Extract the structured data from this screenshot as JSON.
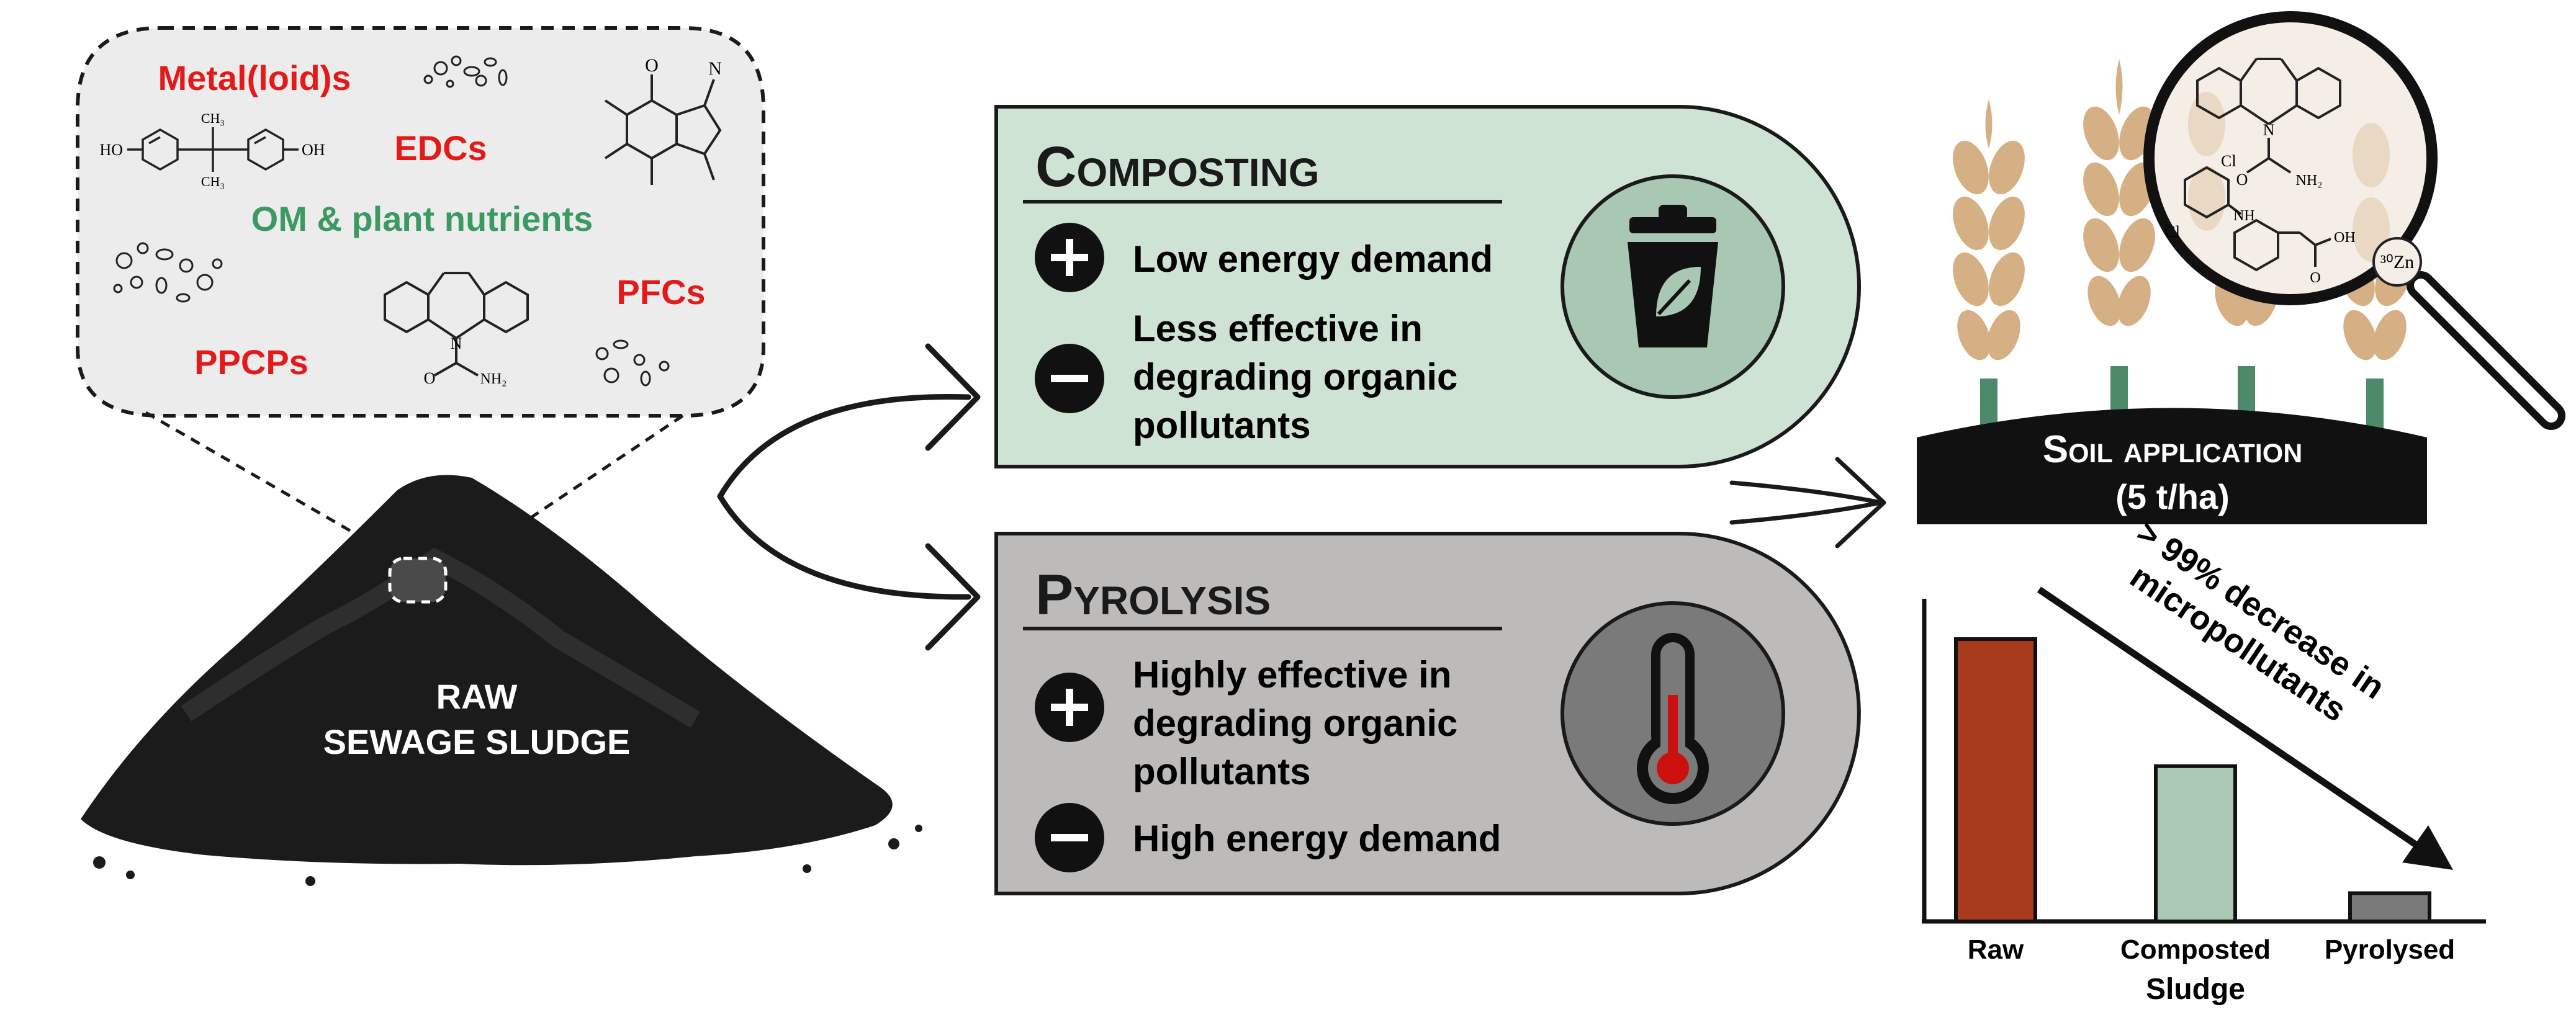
{
  "bubble": {
    "labels": {
      "metals": "Metal(loid)s",
      "edcs": "EDCs",
      "om": "OM & plant nutrients",
      "pfcs": "PFCs",
      "ppcps": "PPCPs"
    },
    "chem": {
      "bpa_ho_left": "HO",
      "bpa_oh_right": "OH",
      "bpa_ch3_top": "CH₃",
      "bpa_ch3_bottom": "CH₃",
      "caf_n": "N",
      "caf_o": "O",
      "cbz_n": "N",
      "cbz_o": "O",
      "cbz_nh2": "NH₂"
    }
  },
  "sludge": {
    "line1": "RAW",
    "line2": "SEWAGE SLUDGE"
  },
  "composting": {
    "title": "Composting",
    "plus": "Low energy demand",
    "minus_lines": [
      "Less effective in",
      "degrading organic",
      "pollutants"
    ]
  },
  "pyrolysis": {
    "title": "Pyrolysis",
    "plus_lines": [
      "Highly effective in",
      "degrading organic",
      "pollutants"
    ],
    "minus": "High energy demand"
  },
  "soil": {
    "line1": "Soil application",
    "line2": "(5 t/ha)",
    "chem": {
      "cl1": "Cl",
      "cl2": "Cl",
      "nh": "NH",
      "oh": "OH",
      "o1": "O",
      "o2": "O",
      "n": "N",
      "nh2": "NH₂",
      "zn": "³⁰Zn"
    }
  },
  "chart_data": {
    "type": "bar",
    "categories": [
      "Raw",
      "Composted",
      "Pyrolysed"
    ],
    "values": [
      100,
      55,
      10
    ],
    "xlabel": "Sludge",
    "annotation_lines": [
      "> 99% decrease in",
      "micropollutants"
    ],
    "colors": [
      "#a83a1e",
      "#a9c9b5",
      "#7a7a7a"
    ]
  },
  "colors": {
    "red": "#e31a1a",
    "green": "#3a9a62",
    "composting_fill": "#cfe3d5",
    "pyrolysis_fill": "#bdbbb9",
    "bubble_fill": "#ececec",
    "wheat": "#d6b085",
    "stem": "#4d8a6a"
  }
}
